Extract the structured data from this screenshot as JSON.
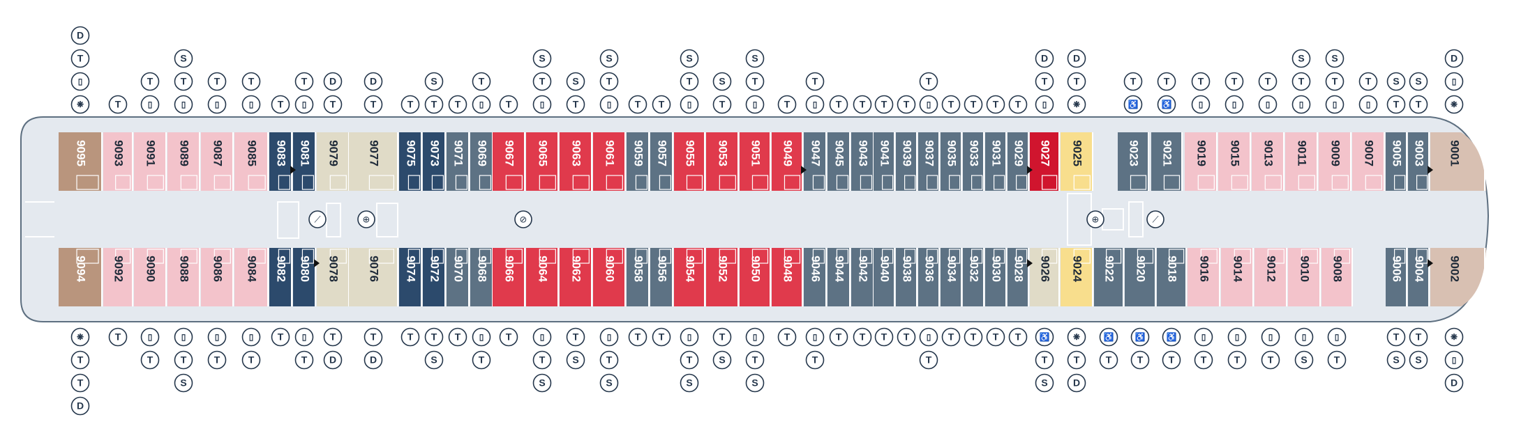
{
  "colors": {
    "background": "#ffffff",
    "hull": "#e4e9ef",
    "hull_stroke": "#5d6f80",
    "corridor": "#e4e9ef",
    "wall": "#ffffff",
    "symbol_ink": "#24364b",
    "brown": "#b9957d",
    "blush": "#f3c3cb",
    "navy": "#2c4a6c",
    "cream": "#e0dbc7",
    "slate": "#5d7284",
    "red": "#e03a4c",
    "crimson": "#d0152e",
    "butter": "#f8de8d",
    "bow": "#d8c0b2"
  },
  "legend_icons": {
    "D": "double-bed-icon",
    "T": "twin-beds-icon",
    "S": "sofa-bed-icon",
    "B": "bathtub-icon",
    "W": "whirlpool-icon",
    "A": "accessible-icon"
  },
  "cabins_top": [
    {
      "number": "9095",
      "color": "brown",
      "icons": [
        "D",
        "T",
        "B",
        "W"
      ]
    },
    {
      "number": "9093",
      "color": "blush",
      "icons": [
        "T"
      ]
    },
    {
      "number": "9091",
      "color": "blush",
      "icons": [
        "T",
        "B"
      ]
    },
    {
      "number": "9089",
      "color": "blush",
      "icons": [
        "S",
        "T",
        "B"
      ]
    },
    {
      "number": "9087",
      "color": "blush",
      "icons": [
        "T",
        "B"
      ]
    },
    {
      "number": "9085",
      "color": "blush",
      "icons": [
        "T",
        "B"
      ]
    },
    {
      "number": "9083",
      "color": "navy",
      "icons": [
        "T"
      ]
    },
    {
      "number": "9081",
      "color": "navy",
      "icons": [
        "T",
        "B"
      ],
      "marker": true
    },
    {
      "number": "9079",
      "color": "cream",
      "icons": [
        "D",
        "T"
      ]
    },
    {
      "number": "9077",
      "color": "cream",
      "icons": [
        "D",
        "T"
      ]
    },
    {
      "number": "9075",
      "color": "navy",
      "icons": [
        "T"
      ]
    },
    {
      "number": "9073",
      "color": "navy",
      "icons": [
        "S",
        "T"
      ]
    },
    {
      "number": "9071",
      "color": "slate",
      "icons": [
        "T"
      ]
    },
    {
      "number": "9069",
      "color": "slate",
      "icons": [
        "T",
        "B"
      ]
    },
    {
      "number": "9067",
      "color": "red",
      "icons": [
        "T"
      ]
    },
    {
      "number": "9065",
      "color": "red",
      "icons": [
        "S",
        "T",
        "B"
      ]
    },
    {
      "number": "9063",
      "color": "red",
      "icons": [
        "S",
        "T"
      ]
    },
    {
      "number": "9061",
      "color": "red",
      "icons": [
        "S",
        "T",
        "B"
      ]
    },
    {
      "number": "9059",
      "color": "slate",
      "icons": [
        "T"
      ]
    },
    {
      "number": "9057",
      "color": "slate",
      "icons": [
        "T"
      ]
    },
    {
      "number": "9055",
      "color": "red",
      "icons": [
        "S",
        "T",
        "B"
      ]
    },
    {
      "number": "9053",
      "color": "red",
      "icons": [
        "S",
        "T"
      ]
    },
    {
      "number": "9051",
      "color": "red",
      "icons": [
        "S",
        "T",
        "B"
      ]
    },
    {
      "number": "9049",
      "color": "red",
      "icons": [
        "T"
      ]
    },
    {
      "number": "9047",
      "color": "slate",
      "icons": [
        "T",
        "B"
      ],
      "marker": true
    },
    {
      "number": "9045",
      "color": "slate",
      "icons": [
        "T"
      ]
    },
    {
      "number": "9043",
      "color": "slate",
      "icons": [
        "T"
      ]
    },
    {
      "number": "9041",
      "color": "slate",
      "icons": [
        "T"
      ]
    },
    {
      "number": "9039",
      "color": "slate",
      "icons": [
        "T"
      ]
    },
    {
      "number": "9037",
      "color": "slate",
      "icons": [
        "T",
        "B"
      ]
    },
    {
      "number": "9035",
      "color": "slate",
      "icons": [
        "T"
      ]
    },
    {
      "number": "9033",
      "color": "slate",
      "icons": [
        "T"
      ]
    },
    {
      "number": "9031",
      "color": "slate",
      "icons": [
        "T"
      ]
    },
    {
      "number": "9029",
      "color": "slate",
      "icons": [
        "T"
      ]
    },
    {
      "number": "9027",
      "color": "crimson",
      "icons": [
        "D",
        "T",
        "B"
      ],
      "marker": true
    },
    {
      "number": "9025",
      "color": "butter",
      "icons": [
        "D",
        "T",
        "W"
      ]
    },
    {
      "number": "9023",
      "color": "slate",
      "icons": [
        "T",
        "A"
      ]
    },
    {
      "number": "9021",
      "color": "slate",
      "icons": [
        "T",
        "A"
      ]
    },
    {
      "number": "9019",
      "color": "blush",
      "icons": [
        "T",
        "B"
      ]
    },
    {
      "number": "9015",
      "color": "blush",
      "icons": [
        "T",
        "B"
      ]
    },
    {
      "number": "9013",
      "color": "blush",
      "icons": [
        "T",
        "B"
      ]
    },
    {
      "number": "9011",
      "color": "blush",
      "icons": [
        "S",
        "T",
        "B"
      ]
    },
    {
      "number": "9009",
      "color": "blush",
      "icons": [
        "S",
        "T",
        "B"
      ]
    },
    {
      "number": "9007",
      "color": "blush",
      "icons": [
        "T",
        "B"
      ]
    },
    {
      "number": "9005",
      "color": "slate",
      "icons": [
        "S",
        "T"
      ]
    },
    {
      "number": "9003",
      "color": "slate",
      "icons": [
        "S",
        "T"
      ]
    },
    {
      "number": "9001",
      "color": "bow",
      "icons": [
        "D",
        "B",
        "W"
      ],
      "marker": true
    }
  ],
  "cabins_bottom": [
    {
      "number": "9094",
      "color": "brown",
      "icons": [
        "W",
        "T",
        "T",
        "D"
      ]
    },
    {
      "number": "9092",
      "color": "blush",
      "icons": [
        "T"
      ]
    },
    {
      "number": "9090",
      "color": "blush",
      "icons": [
        "B",
        "T"
      ]
    },
    {
      "number": "9088",
      "color": "blush",
      "icons": [
        "B",
        "T",
        "S"
      ]
    },
    {
      "number": "9086",
      "color": "blush",
      "icons": [
        "B",
        "T"
      ]
    },
    {
      "number": "9084",
      "color": "blush",
      "icons": [
        "B",
        "T"
      ]
    },
    {
      "number": "9082",
      "color": "navy",
      "icons": [
        "T"
      ]
    },
    {
      "number": "9080",
      "color": "navy",
      "icons": [
        "B",
        "T"
      ]
    },
    {
      "number": "9078",
      "color": "cream",
      "icons": [
        "T",
        "D"
      ],
      "marker": true
    },
    {
      "number": "9076",
      "color": "cream",
      "icons": [
        "T",
        "D"
      ]
    },
    {
      "number": "9074",
      "color": "navy",
      "icons": [
        "T"
      ]
    },
    {
      "number": "9072",
      "color": "navy",
      "icons": [
        "T",
        "S"
      ]
    },
    {
      "number": "9070",
      "color": "slate",
      "icons": [
        "T"
      ]
    },
    {
      "number": "9068",
      "color": "slate",
      "icons": [
        "B",
        "T"
      ]
    },
    {
      "number": "9066",
      "color": "red",
      "icons": [
        "T"
      ]
    },
    {
      "number": "9064",
      "color": "red",
      "icons": [
        "B",
        "T",
        "S"
      ]
    },
    {
      "number": "9062",
      "color": "red",
      "icons": [
        "T",
        "S"
      ]
    },
    {
      "number": "9060",
      "color": "red",
      "icons": [
        "B",
        "T",
        "S"
      ]
    },
    {
      "number": "9058",
      "color": "slate",
      "icons": [
        "T"
      ]
    },
    {
      "number": "9056",
      "color": "slate",
      "icons": [
        "T"
      ]
    },
    {
      "number": "9054",
      "color": "red",
      "icons": [
        "B",
        "T",
        "S"
      ]
    },
    {
      "number": "9052",
      "color": "red",
      "icons": [
        "T",
        "S"
      ]
    },
    {
      "number": "9050",
      "color": "red",
      "icons": [
        "B",
        "T",
        "S"
      ]
    },
    {
      "number": "9048",
      "color": "red",
      "icons": [
        "T"
      ]
    },
    {
      "number": "9046",
      "color": "slate",
      "icons": [
        "B",
        "T"
      ]
    },
    {
      "number": "9044",
      "color": "slate",
      "icons": [
        "T"
      ]
    },
    {
      "number": "9042",
      "color": "slate",
      "icons": [
        "T"
      ]
    },
    {
      "number": "9040",
      "color": "slate",
      "icons": [
        "T"
      ]
    },
    {
      "number": "9038",
      "color": "slate",
      "icons": [
        "T"
      ]
    },
    {
      "number": "9036",
      "color": "slate",
      "icons": [
        "B",
        "T"
      ]
    },
    {
      "number": "9034",
      "color": "slate",
      "icons": [
        "T"
      ]
    },
    {
      "number": "9032",
      "color": "slate",
      "icons": [
        "T"
      ]
    },
    {
      "number": "9030",
      "color": "slate",
      "icons": [
        "T"
      ]
    },
    {
      "number": "9028",
      "color": "slate",
      "icons": [
        "T"
      ]
    },
    {
      "number": "9026",
      "color": "cream",
      "icons": [
        "A",
        "T",
        "S"
      ],
      "marker": true
    },
    {
      "number": "9024",
      "color": "butter",
      "icons": [
        "W",
        "T",
        "D"
      ]
    },
    {
      "number": "9022",
      "color": "slate",
      "icons": [
        "A",
        "T"
      ]
    },
    {
      "number": "9020",
      "color": "slate",
      "icons": [
        "A",
        "T"
      ]
    },
    {
      "number": "9018",
      "color": "slate",
      "icons": [
        "A",
        "T"
      ]
    },
    {
      "number": "9016",
      "color": "blush",
      "icons": [
        "B",
        "T"
      ]
    },
    {
      "number": "9014",
      "color": "blush",
      "icons": [
        "B",
        "T"
      ]
    },
    {
      "number": "9012",
      "color": "blush",
      "icons": [
        "B",
        "T"
      ]
    },
    {
      "number": "9010",
      "color": "blush",
      "icons": [
        "B",
        "S"
      ]
    },
    {
      "number": "9008",
      "color": "blush",
      "icons": [
        "B",
        "T"
      ]
    },
    {
      "number": "9006",
      "color": "slate",
      "icons": [
        "T",
        "S"
      ]
    },
    {
      "number": "9004",
      "color": "slate",
      "icons": [
        "T",
        "S"
      ]
    },
    {
      "number": "9002",
      "color": "bow",
      "icons": [
        "W",
        "B",
        "D"
      ],
      "marker": true
    }
  ]
}
